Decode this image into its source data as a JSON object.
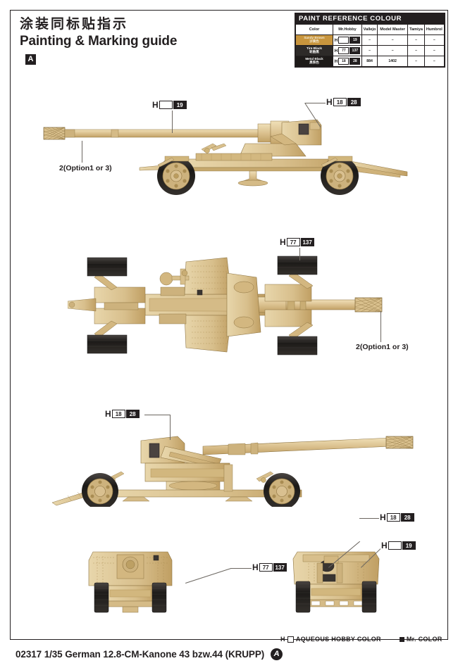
{
  "header": {
    "title_cn": "涂装同标贴指示",
    "title_en": "Painting & Marking guide",
    "badge": "A"
  },
  "paint_table": {
    "title": "PAINT  REFERENCE  COLOUR",
    "columns": [
      "Color",
      "Mr.Hobby",
      "Vallejo",
      "Model Master",
      "Tamiya",
      "Humbrol"
    ],
    "rows": [
      {
        "color_name_en": "Sandy Brown",
        "color_name_cn": "沙黄色",
        "swatch_hex": "#c8953d",
        "mr_hobby_prefix": "H",
        "mr_hobby_box1": "",
        "mr_hobby_box1_style": "white",
        "mr_hobby_box2": "19",
        "mr_hobby_box2_style": "black",
        "vallejo": "–",
        "model_master": "–",
        "tamiya": "–",
        "humbrol": "–"
      },
      {
        "color_name_en": "Tire Black",
        "color_name_cn": "轮胎黑",
        "swatch_hex": "#2d2a28",
        "mr_hobby_prefix": "H",
        "mr_hobby_box1": "77",
        "mr_hobby_box1_style": "white",
        "mr_hobby_box2": "137",
        "mr_hobby_box2_style": "black",
        "vallejo": "–",
        "model_master": "–",
        "tamiya": "–",
        "humbrol": "–"
      },
      {
        "color_name_en": "Metal Black",
        "color_name_cn": "黑铁色",
        "swatch_hex": "#1d1a18",
        "mr_hobby_prefix": "H",
        "mr_hobby_box1": "18",
        "mr_hobby_box1_style": "white",
        "mr_hobby_box2": "28",
        "mr_hobby_box2_style": "black",
        "vallejo": "884",
        "model_master": "1402",
        "tamiya": "–",
        "humbrol": "–"
      }
    ]
  },
  "callouts": {
    "view1_barrel": {
      "prefix": "H",
      "box1": "",
      "box1_style": "white",
      "box2": "19",
      "box2_style": "black"
    },
    "view1_breech": {
      "prefix": "H",
      "box1": "18",
      "box1_style": "white",
      "box2": "28",
      "box2_style": "black"
    },
    "view1_muzzle_note": "2(Option1 or 3)",
    "view2_tire": {
      "prefix": "H",
      "box1": "77",
      "box1_style": "white",
      "box2": "137",
      "box2_style": "black"
    },
    "view2_muzzle_note": "2(Option1 or 3)",
    "view3_breech": {
      "prefix": "H",
      "box1": "18",
      "box1_style": "white",
      "box2": "28",
      "box2_style": "black"
    },
    "view4_tire": {
      "prefix": "H",
      "box1": "77",
      "box1_style": "white",
      "box2": "137",
      "box2_style": "black"
    },
    "view5_hatch": {
      "prefix": "H",
      "box1": "18",
      "box1_style": "white",
      "box2": "28",
      "box2_style": "black"
    },
    "view5_shield": {
      "prefix": "H",
      "box1": "",
      "box1_style": "white",
      "box2": "19",
      "box2_style": "black"
    }
  },
  "legend": {
    "aqueous_prefix": "H",
    "aqueous_label": "AQUEOUS HOBBY COLOR",
    "mrcolor_label": "Mr. COLOR"
  },
  "footer": {
    "text": "02317 1/35 German 12.8-CM-Kanone 43 bzw.44 (KRUPP)",
    "badge": "A"
  },
  "colors": {
    "ink": "#231f20",
    "model_tan": "#dec795",
    "model_tan_light": "#eddcb4",
    "model_tan_dark": "#c4a668",
    "tire_black": "#231f20",
    "leader": "#6b6660"
  }
}
